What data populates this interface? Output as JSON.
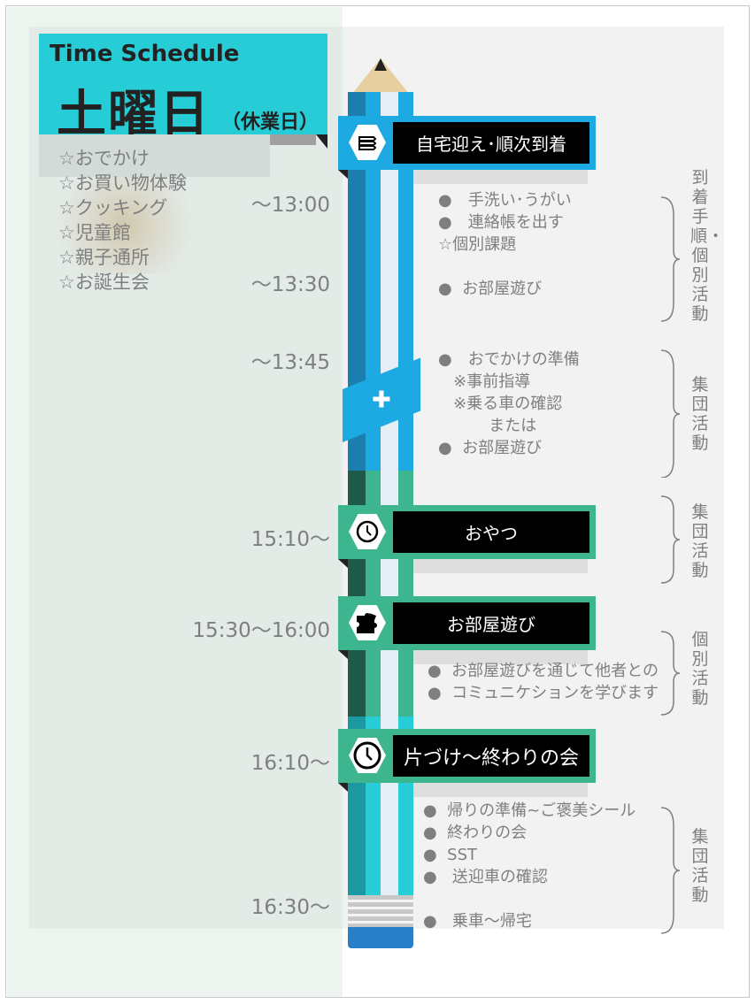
{
  "header": {
    "title": "Time Schedule",
    "day": "土曜日",
    "note": "（休業日）"
  },
  "activities": [
    "☆おでかけ",
    "☆お買い物体験",
    "☆クッキング",
    "☆児童館",
    "☆親子通所",
    "☆お誕生会"
  ],
  "times": [
    "〜13:00",
    "〜13:30",
    "〜13:45",
    "15:10〜",
    "15:30〜16:00",
    "16:10〜",
    "16:30〜"
  ],
  "banners": [
    {
      "label": "自宅迎え･順次到着",
      "icon": "books-icon",
      "color": "#1da9e1"
    },
    {
      "label": "おやつ",
      "icon": "clock-icon",
      "color": "#3db58f"
    },
    {
      "label": "お部屋遊び",
      "icon": "puzzle-icon",
      "color": "#3db58f"
    },
    {
      "label": "片づけ～終わりの会",
      "icon": "clock-icon",
      "color": "#3db58f"
    }
  ],
  "groups": [
    {
      "items": "●　手洗い･うがい\n●　連絡帳を出す\n☆個別課題\n\n●  お部屋遊び",
      "label": "到着手順・個別活動"
    },
    {
      "items": "●　おでかけの準備\n   ※事前指導\n   ※乗る車の確認\n          または\n●  お部屋遊び",
      "label": "集団活動"
    },
    {
      "items": "",
      "label": "集団活動"
    },
    {
      "items": "●  お部屋遊びを通じて他者との\n●  コミュニケションを学びます",
      "label": "個別活動"
    },
    {
      "items": "●  帰りの準備~ご褒美シール\n●  終わりの会\n●  SST\n●   送迎車の確認\n\n●   乗車～帰宅",
      "label": "集団活動"
    }
  ]
}
